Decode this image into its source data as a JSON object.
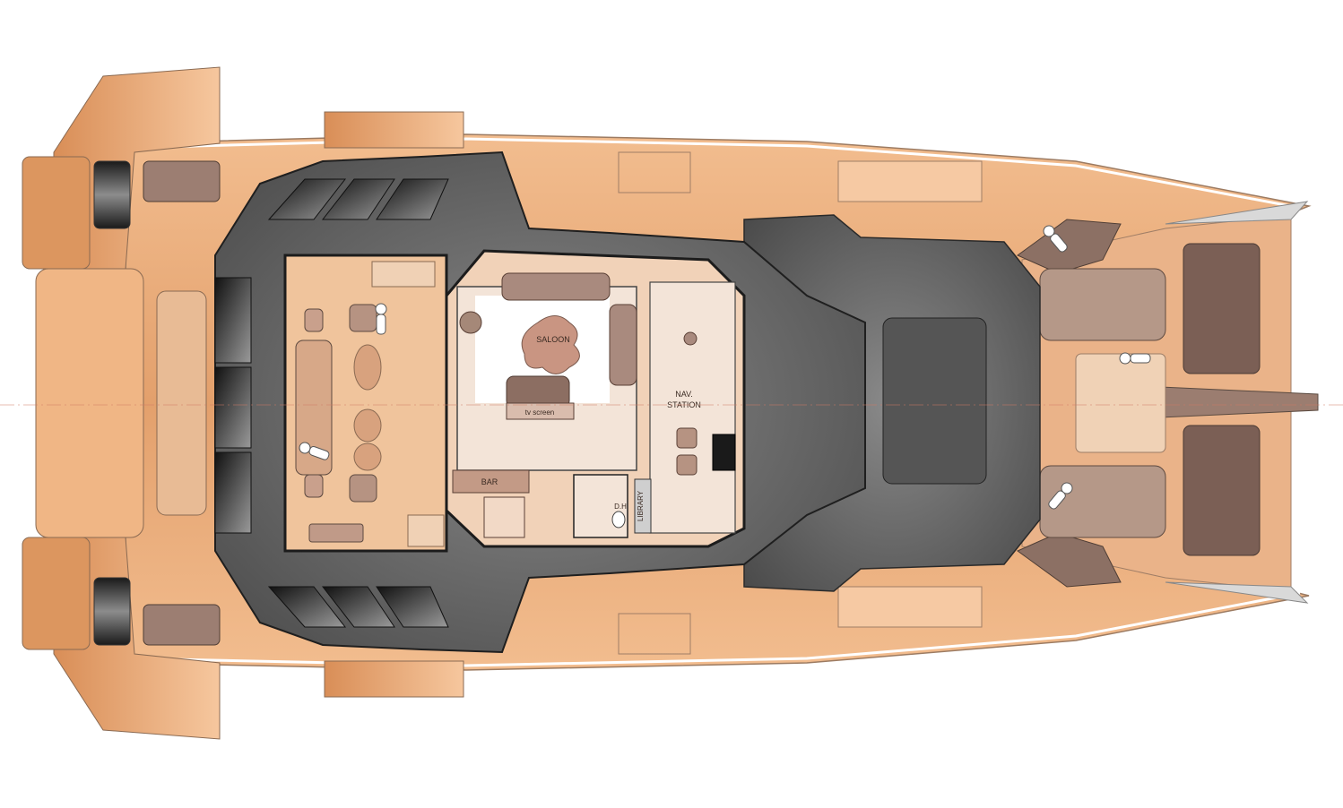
{
  "labels": {
    "saloon": "SALOON",
    "nav_station_line1": "NAV.",
    "nav_station_line2": "STATION",
    "tv_screen": "tv screen",
    "bar": "BAR",
    "dh": "D.H",
    "library": "LIBRARY"
  },
  "colors": {
    "deck": "#e8aa78",
    "deck_dark": "#c88858",
    "hardtop": "#5e5e5e",
    "hardtop_dark": "#3c3c3c",
    "interior_floor": "#f0c49c",
    "saloon_floor": "#f1e1d5",
    "furniture": "#a98a7e",
    "furniture_dark": "#7b6156",
    "hull_outline": "#bfbfbf"
  }
}
